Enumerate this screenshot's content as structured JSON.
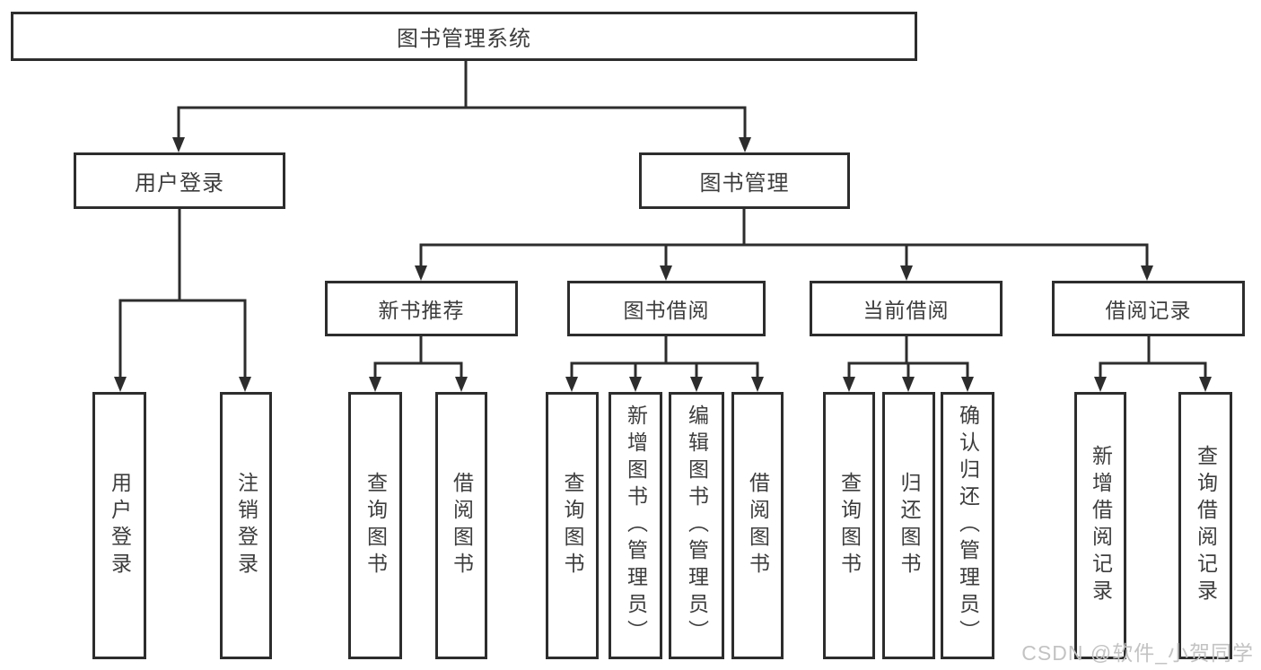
{
  "tree": {
    "root": {
      "label": "图书管理系统",
      "children": [
        {
          "label": "用户登录",
          "children": [
            {
              "label": "用户登录"
            },
            {
              "label": "注销登录"
            }
          ]
        },
        {
          "label": "图书管理",
          "children": [
            {
              "label": "新书推荐",
              "children": [
                {
                  "label": "查询图书"
                },
                {
                  "label": "借阅图书"
                }
              ]
            },
            {
              "label": "图书借阅",
              "children": [
                {
                  "label": "查询图书"
                },
                {
                  "label": "新增图书（管理员）"
                },
                {
                  "label": "编辑图书（管理员）"
                },
                {
                  "label": "借阅图书"
                }
              ]
            },
            {
              "label": "当前借阅",
              "children": [
                {
                  "label": "查询图书"
                },
                {
                  "label": "归还图书"
                },
                {
                  "label": "确认归还（管理员）"
                }
              ]
            },
            {
              "label": "借阅记录",
              "children": [
                {
                  "label": "新增借阅记录"
                },
                {
                  "label": "查询借阅记录"
                }
              ]
            }
          ]
        }
      ]
    }
  },
  "watermark": {
    "text": "CSDN @软件_小贺同学",
    "color": "#c3c3c3"
  },
  "colors": {
    "line": "#2d2d2d",
    "box_border": "#2d2d2d",
    "text": "#3d3d3d",
    "background": "#ffffff"
  }
}
